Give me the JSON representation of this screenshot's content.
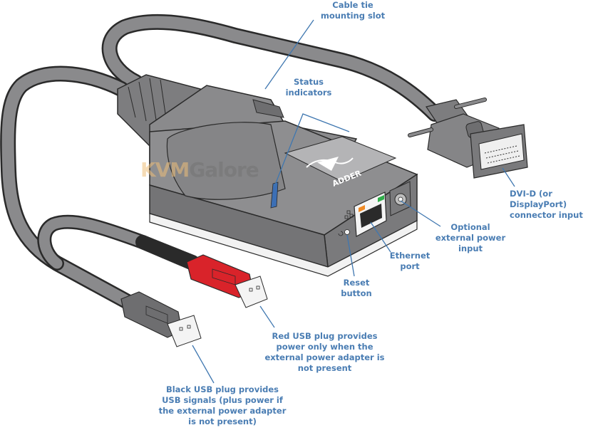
{
  "diagram": {
    "subject": "ADDER KVM USB/DVI CAM adapter",
    "brand_logo_text": "ADDER",
    "watermark": {
      "part1": "KVM",
      "part2": "Galore"
    },
    "colors": {
      "callout_text": "#4a7db3",
      "leader_line": "#3f77b0",
      "body_gray": "#8a8a8c",
      "body_dark": "#6e6e70",
      "outline": "#2a2a2a",
      "red_plug": "#d9232a",
      "status_led": "#3c6fb5",
      "link_led_orange": "#f08a24",
      "link_led_green": "#2fae4a"
    },
    "callouts": [
      {
        "id": "cable-tie",
        "text": "Cable tie\nmounting slot"
      },
      {
        "id": "status",
        "text": "Status\nindicators"
      },
      {
        "id": "dvi",
        "text": "DVI-D (or DisplayPort)\nconnector input"
      },
      {
        "id": "power",
        "text": "Optional\nexternal power\ninput"
      },
      {
        "id": "ethernet",
        "text": "Ethernet\nport"
      },
      {
        "id": "reset",
        "text": "Reset\nbutton"
      },
      {
        "id": "red-usb",
        "text": "Red USB plug provides\npower only when the\nexternal power adapter is\nnot present"
      },
      {
        "id": "black-usb",
        "text": "Black USB plug provides\nUSB signals (plus power if\nthe external power adapter\nis not present)"
      }
    ]
  }
}
